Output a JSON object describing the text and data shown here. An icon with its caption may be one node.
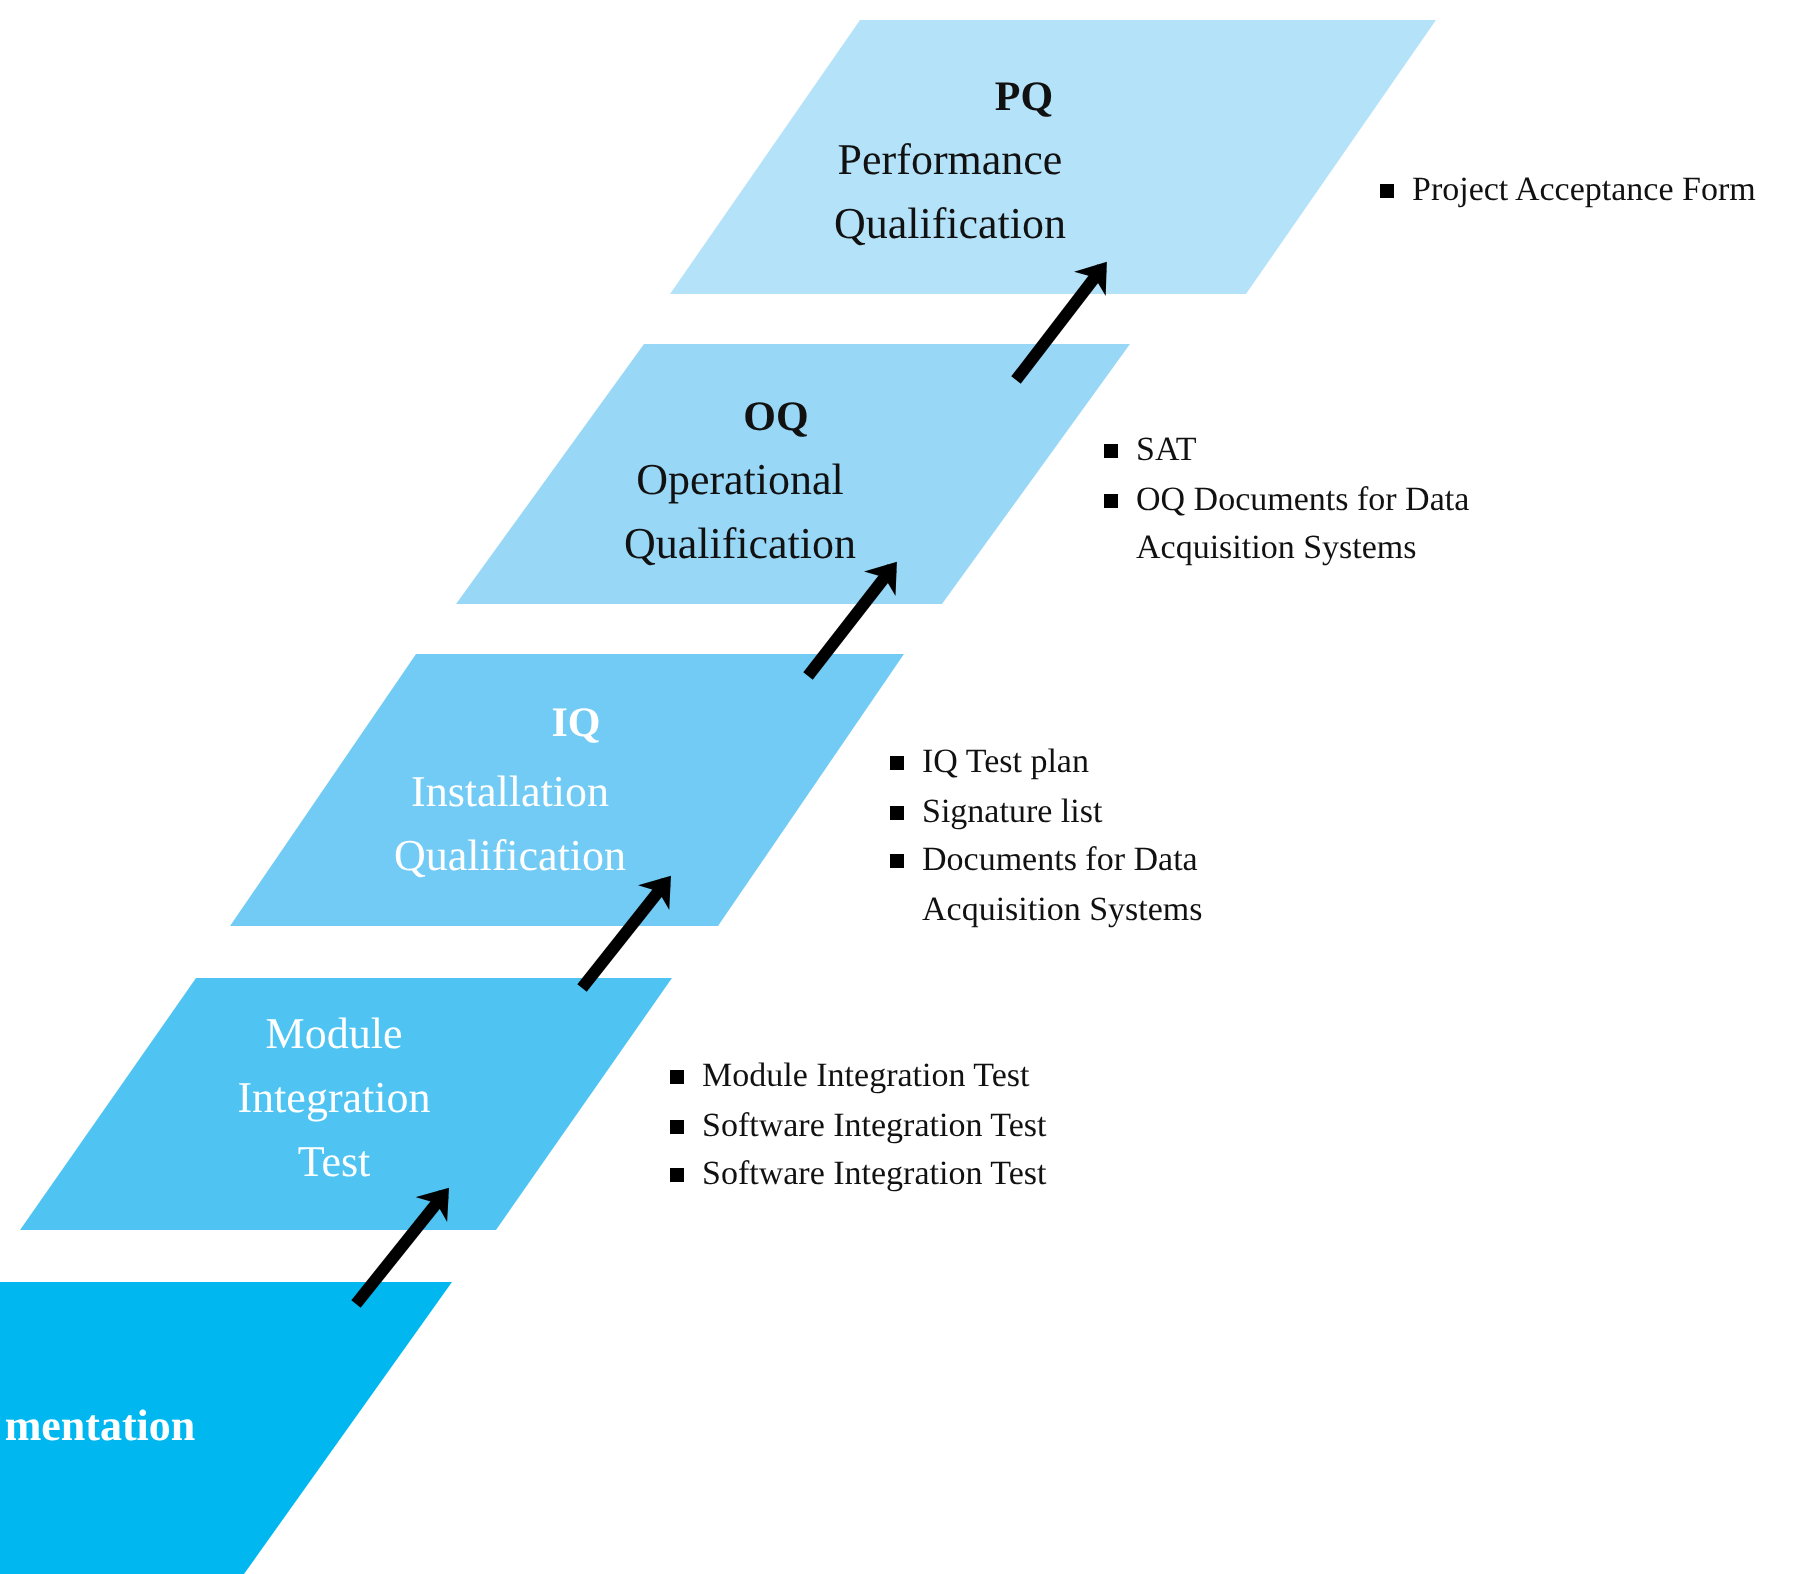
{
  "diagram": {
    "nodes": [
      {
        "text": [
          "PQ",
          "Performance Qualification"
        ],
        "beside": [
          "Project Acceptance Form"
        ]
      },
      {
        "text": [
          "OQ",
          "Operational Qualification"
        ],
        "beside": [
          "SAT",
          "OQ Documents for Data Acquisition Systems"
        ]
      },
      {
        "text": [
          "IQ",
          "Installation Qualification"
        ],
        "beside": [
          "IQ Test plan",
          "Signature list",
          "Documents for Data Acquisition Systems"
        ]
      },
      {
        "text": [
          "Module Integration Test"
        ],
        "beside": [
          "Module Integration Test",
          "Software Integration Test",
          "Software Integration Test"
        ]
      },
      {
        "text": [
          "mentation"
        ]
      }
    ],
    "edges": [
      {
        "from": 4,
        "to": 3,
        "arrow": "to"
      },
      {
        "from": 3,
        "to": 2,
        "arrow": "to"
      },
      {
        "from": 2,
        "to": 1,
        "arrow": "to"
      },
      {
        "from": 1,
        "to": 0,
        "arrow": "to"
      }
    ]
  }
}
